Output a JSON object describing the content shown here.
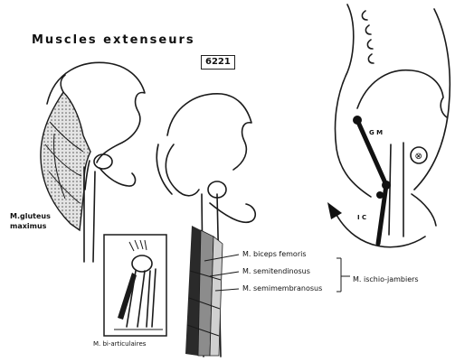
{
  "diagram": {
    "title": "Muscles extenseurs",
    "figure_code": "6221",
    "labels": {
      "gluteus": [
        "M.gluteus",
        "maximus"
      ],
      "biceps_femoris": "M. biceps femoris",
      "semitendinosus": "M. semitendinosus",
      "semimembranosus": "M. semimembranosus",
      "ischio_jambiers": "M. ischio-jambiers",
      "bi_articulaires": "M. bi-articulaires",
      "gm_short": "G M",
      "ic_short": "I C"
    }
  }
}
